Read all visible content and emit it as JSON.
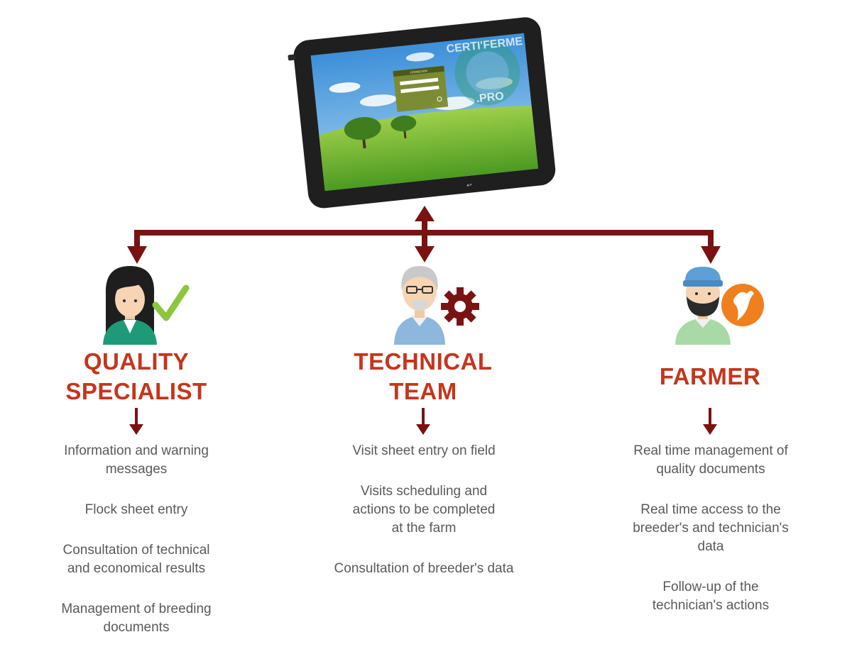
{
  "tablet": {
    "login_title": "CONNEXION",
    "watermark_top": "CERTI'FERME",
    "watermark_bottom": ".PRO"
  },
  "colors": {
    "arrow": "#7a1212",
    "title": "#c4361c",
    "text": "#5a5a5a",
    "check": "#8cc63f",
    "gear": "#7a1212",
    "orange": "#f07f1e"
  },
  "roles": [
    {
      "title_lines": [
        "QUALITY",
        "SPECIALIST"
      ],
      "items": [
        "Information and warning messages",
        "Flock sheet entry",
        "Consultation of technical and economical results",
        "Management of breeding documents"
      ]
    },
    {
      "title_lines": [
        "TECHNICAL",
        "TEAM"
      ],
      "items": [
        "Visit sheet entry on field",
        "Visits scheduling and actions to be completed at the farm",
        "Consultation of breeder's data"
      ]
    },
    {
      "title_lines": [
        "FARMER"
      ],
      "items": [
        "Real time management of quality documents",
        "Real time access to the breeder's and technician's data",
        "Follow-up of the technician's actions"
      ]
    }
  ]
}
